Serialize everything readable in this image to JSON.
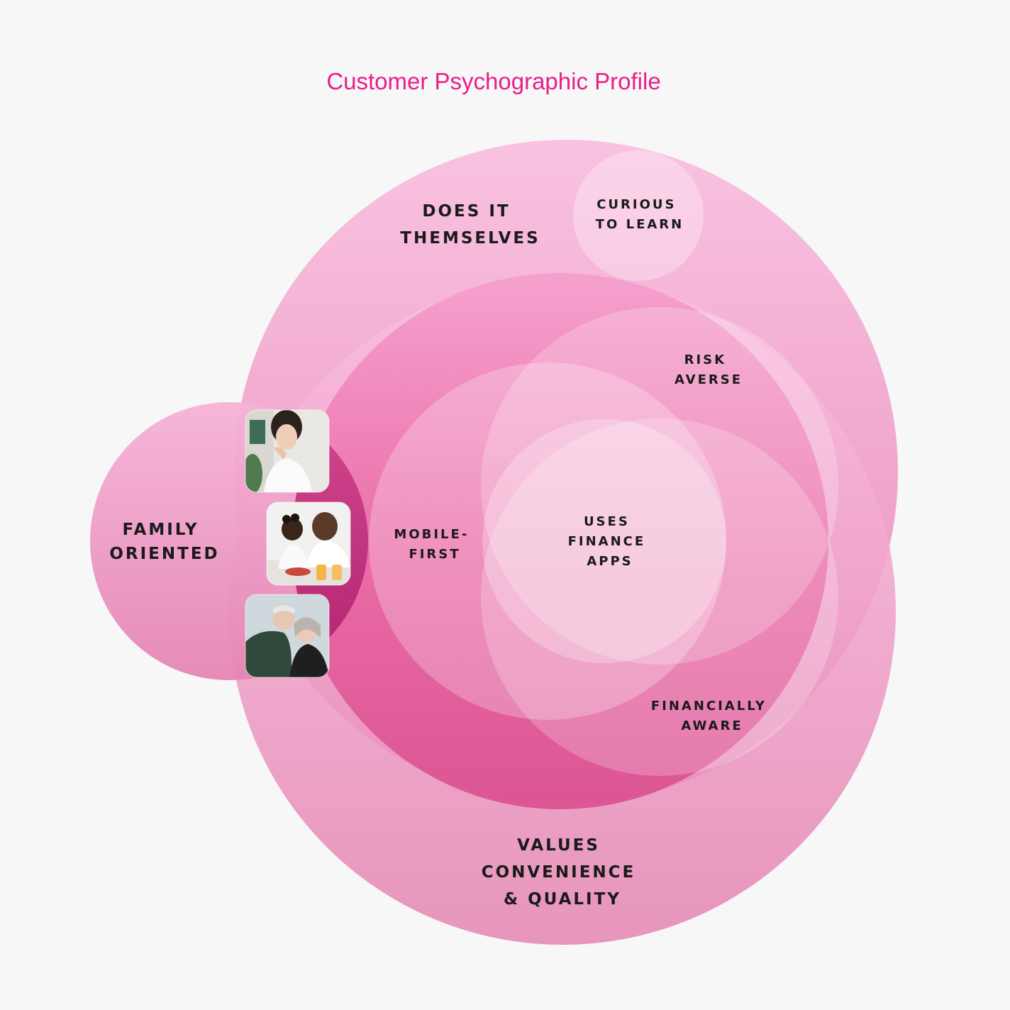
{
  "title": "Customer Psychographic Profile",
  "colors": {
    "title": "#e91e8c",
    "outer_circle": "#f49ac9",
    "inner_ring": "#e0468f",
    "family_core": "#b3166f",
    "highlight": "#ffffff"
  },
  "labels": {
    "does_it_themselves": [
      "DOES IT",
      "THEMSELVES"
    ],
    "curious_to_learn": [
      "CURIOUS",
      "TO LEARN"
    ],
    "risk_averse": [
      "RISK",
      "AVERSE"
    ],
    "family_oriented": [
      "FAMILY",
      "ORIENTED"
    ],
    "mobile_first": [
      "MOBILE-",
      "FIRST"
    ],
    "uses_finance_apps": [
      "USES",
      "FINANCE",
      "APPS"
    ],
    "financially_aware": [
      "FINANCIALLY",
      "AWARE"
    ],
    "values_convenience": [
      "VALUES",
      "CONVENIENCE",
      "& QUALITY"
    ]
  },
  "photos": [
    {
      "icon": "woman-portrait-photo"
    },
    {
      "icon": "father-child-photo"
    },
    {
      "icon": "elderly-couple-photo"
    }
  ]
}
